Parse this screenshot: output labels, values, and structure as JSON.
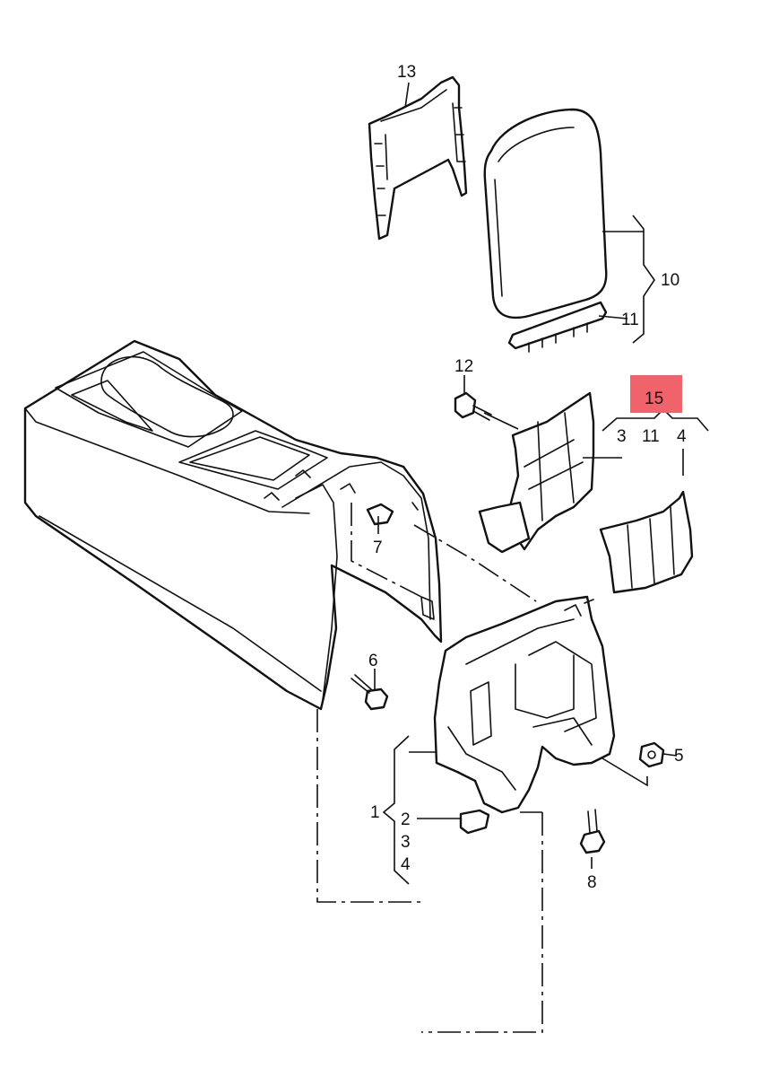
{
  "callouts": {
    "c1": "1",
    "c2": "2",
    "c3a": "3",
    "c4a": "4",
    "c5": "5",
    "c6": "6",
    "c7": "7",
    "c8": "8",
    "c10": "10",
    "c11a": "11",
    "c12": "12",
    "c13": "13",
    "c15": "15",
    "c3b": "3",
    "c11b": "11",
    "c4b": "4"
  },
  "highlight": {
    "color": "#f0636b",
    "label_ref": "15"
  }
}
